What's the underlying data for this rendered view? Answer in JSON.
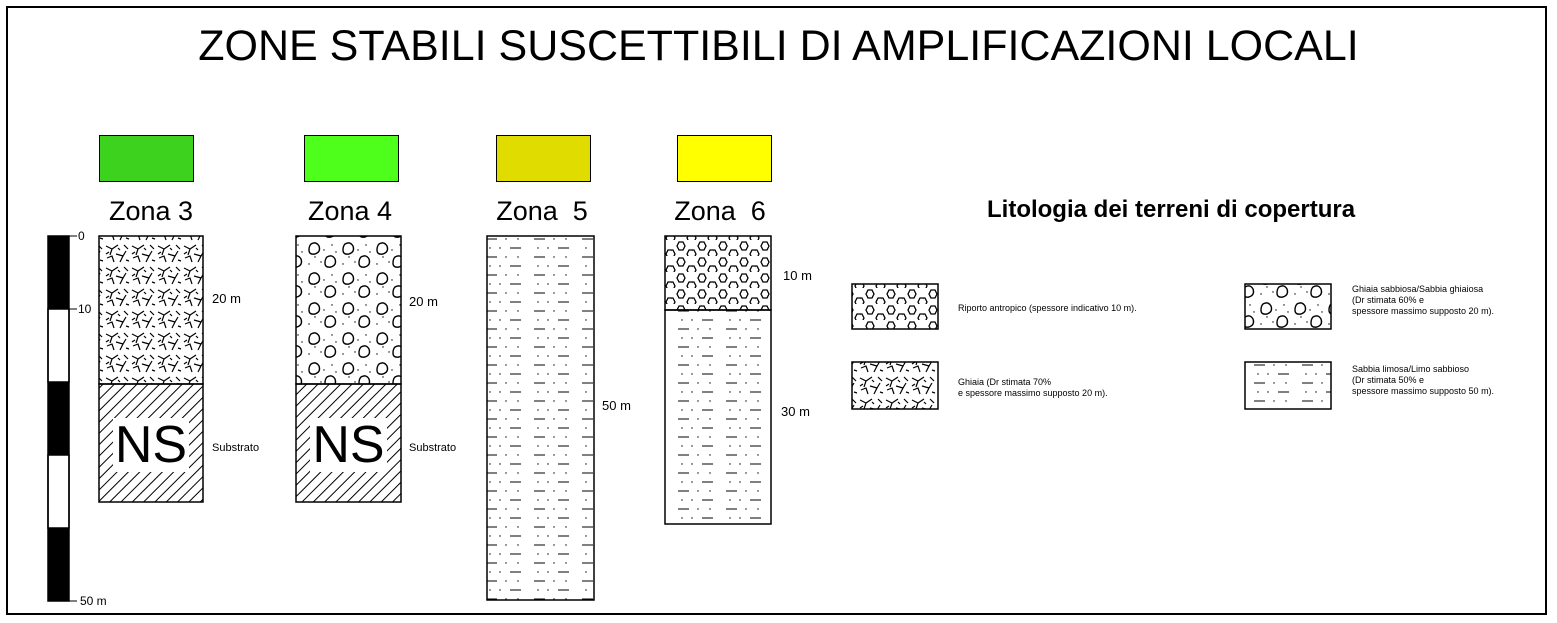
{
  "title": "ZONE STABILI SUSCETTIBILI DI AMPLIFICAZIONI LOCALI",
  "scale": {
    "ticks": [
      "0",
      "10",
      "50 m"
    ],
    "max_depth_m": 50
  },
  "zones": [
    {
      "name": "Zona 3",
      "color": "#3cd21e",
      "depth_labels": [
        "20 m",
        "Substrato"
      ],
      "substrate_code": "NS",
      "layers": [
        {
          "lithology": "ghiaia",
          "thickness_m": 20
        },
        {
          "lithology": "substrato",
          "thickness_m": 16
        }
      ]
    },
    {
      "name": "Zona 4",
      "color": "#4dff1a",
      "depth_labels": [
        "20 m",
        "Substrato"
      ],
      "substrate_code": "NS",
      "layers": [
        {
          "lithology": "ghiaia_sabbiosa",
          "thickness_m": 20
        },
        {
          "lithology": "substrato",
          "thickness_m": 16
        }
      ]
    },
    {
      "name": "Zona  5",
      "color": "#e0dc00",
      "depth_labels": [
        "50 m"
      ],
      "layers": [
        {
          "lithology": "sabbia_limosa",
          "thickness_m": 50
        }
      ]
    },
    {
      "name": "Zona  6",
      "color": "#ffff00",
      "depth_labels": [
        "10 m",
        "30 m"
      ],
      "layers": [
        {
          "lithology": "riporto",
          "thickness_m": 10
        },
        {
          "lithology": "sabbia_limosa",
          "thickness_m": 30
        }
      ]
    }
  ],
  "legend": {
    "title": "Litologia dei terreni di copertura",
    "items": [
      {
        "pattern": "riporto",
        "text": [
          "Riporto antropico (spessore indicativo 10 m)."
        ]
      },
      {
        "pattern": "ghiaia_sabbiosa",
        "text": [
          "Ghiaia sabbiosa/Sabbia ghiaiosa",
          "(Dr stimata 60% e",
          "spessore massimo supposto 20 m)."
        ]
      },
      {
        "pattern": "ghiaia",
        "text": [
          "Ghiaia (Dr stimata 70%",
          "e spessore massimo supposto 20 m)."
        ]
      },
      {
        "pattern": "sabbia_limosa",
        "text": [
          "Sabbia limosa/Limo sabbioso",
          "(Dr stimata 50% e",
          "spessore massimo supposto 50 m)."
        ]
      }
    ]
  }
}
